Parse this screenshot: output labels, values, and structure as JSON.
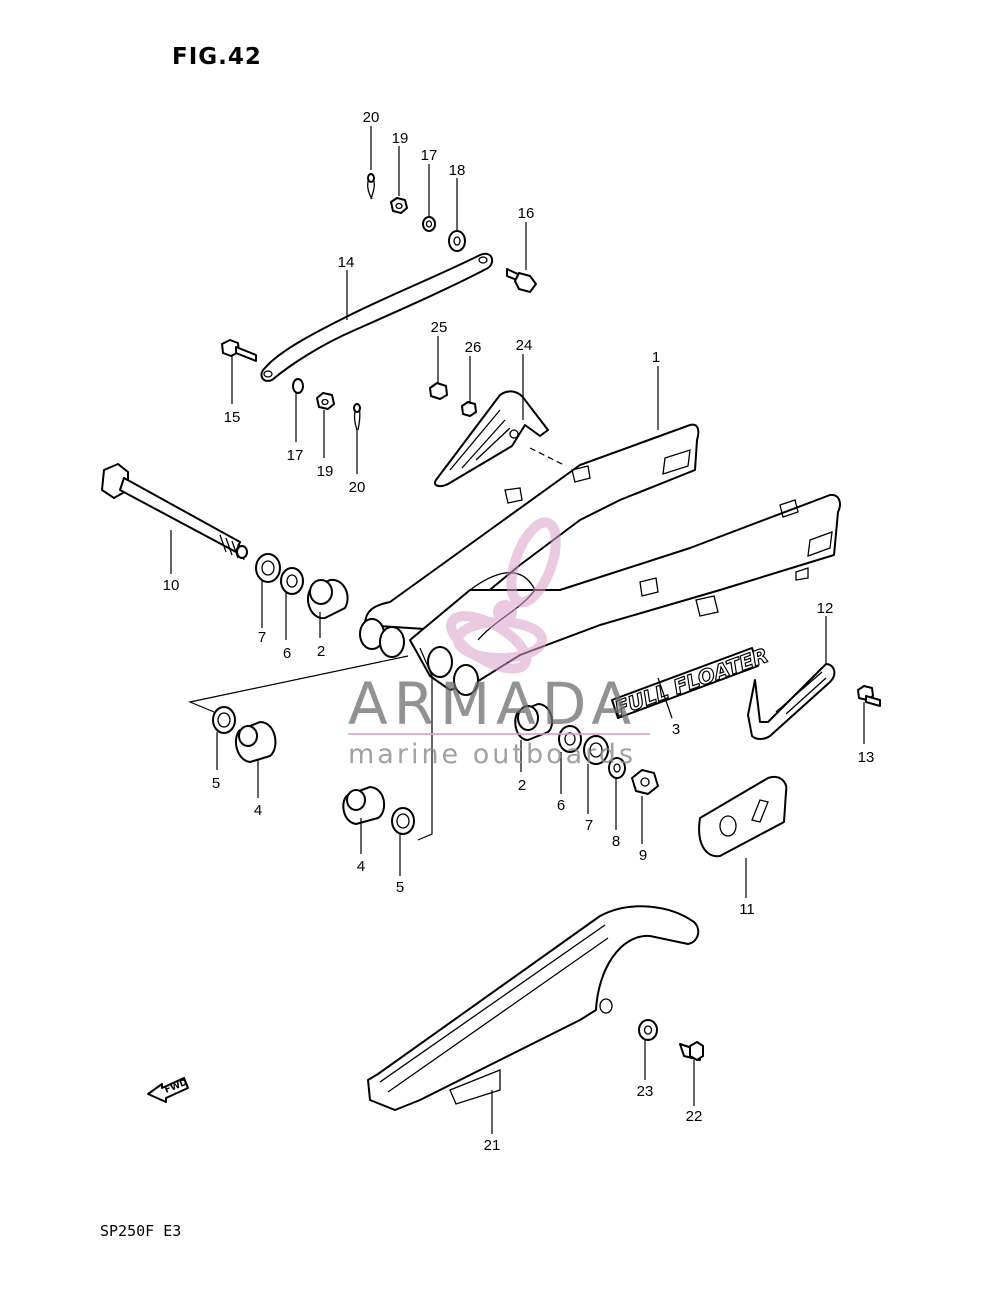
{
  "figure_title": "FIG.42",
  "model_code": "SP250F  E3",
  "brand_decal": "FULL FLOATER",
  "fwd_marker": "FWD",
  "watermark": {
    "name": "ARMADA",
    "tagline": "marine outboards",
    "color": "#d9a0c8"
  },
  "callouts": {
    "c20a": "20",
    "c19a": "19",
    "c17a": "17",
    "c18": "18",
    "c16": "16",
    "c14": "14",
    "c15": "15",
    "c17b": "17",
    "c19b": "19",
    "c20b": "20",
    "c25": "25",
    "c26": "26",
    "c24": "24",
    "c1": "1",
    "c10": "10",
    "c7a": "7",
    "c6a": "6",
    "c2a": "2",
    "c12": "12",
    "c13": "13",
    "c3": "3",
    "c5a": "5",
    "c4a": "4",
    "c2b": "2",
    "c6b": "6",
    "c7b": "7",
    "c8": "8",
    "c9": "9",
    "c4b": "4",
    "c5b": "5",
    "c11": "11",
    "c23": "23",
    "c22": "22",
    "c21": "21"
  }
}
